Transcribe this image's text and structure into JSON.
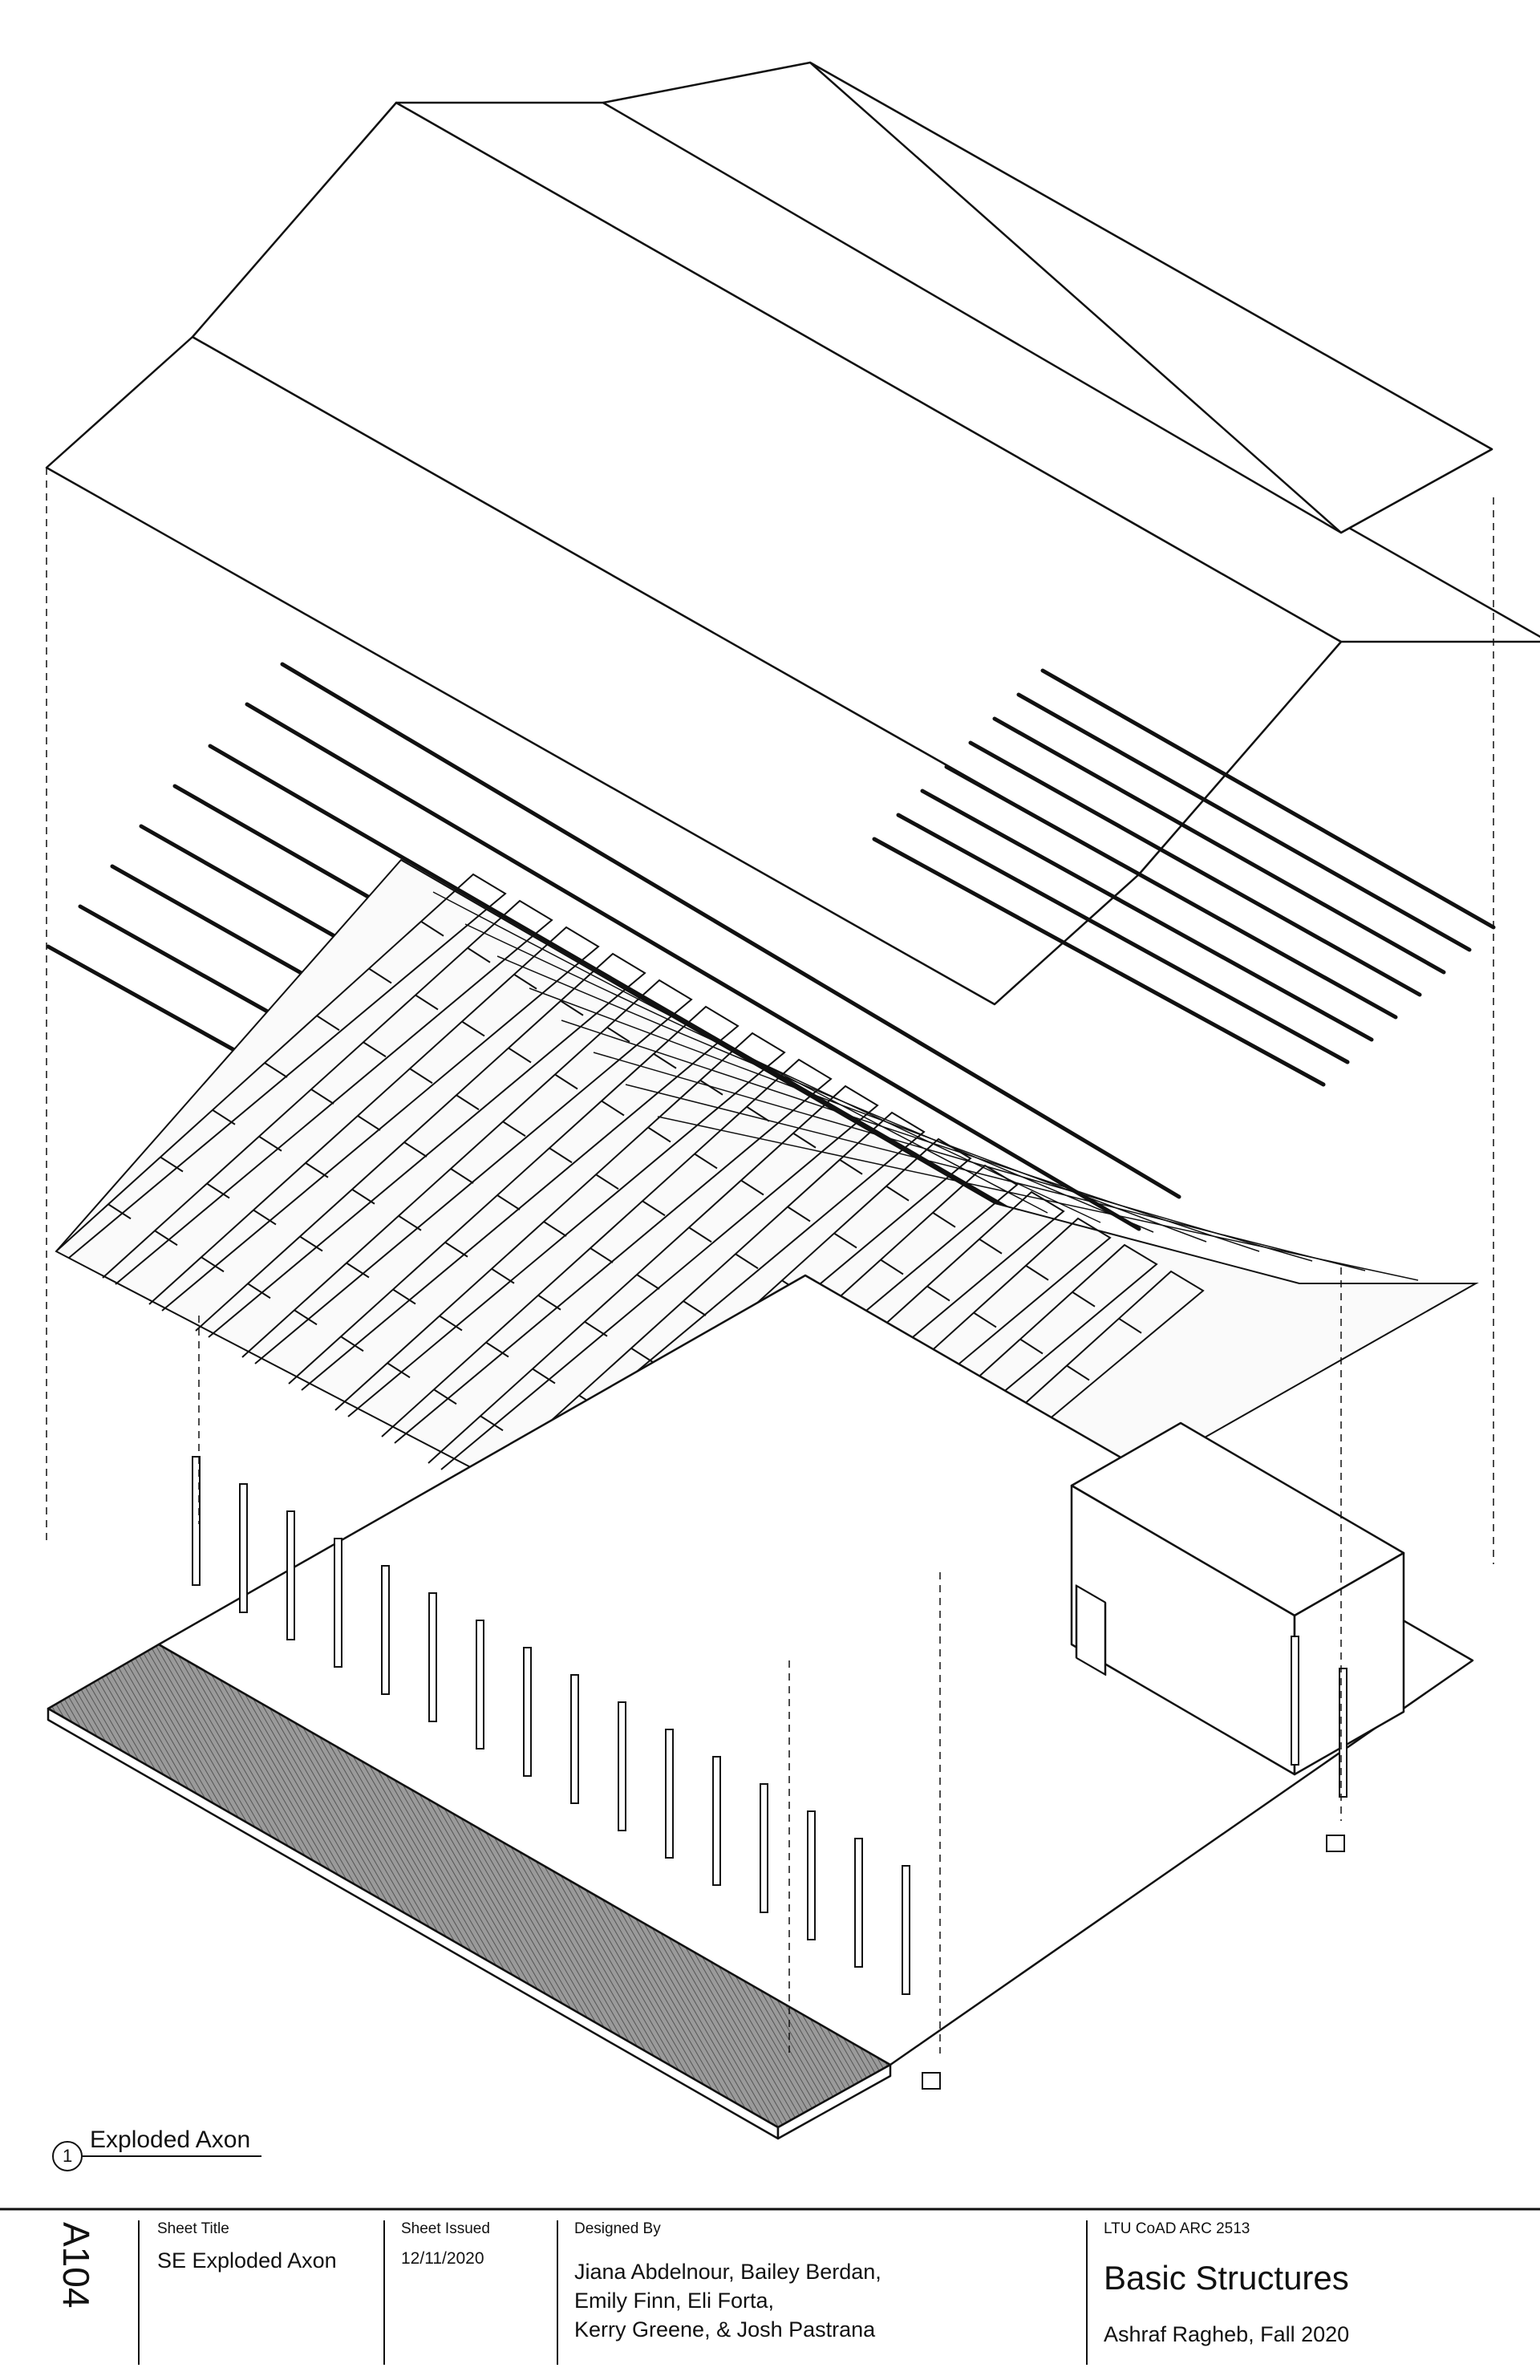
{
  "view": {
    "number": "1",
    "title": "Exploded Axon"
  },
  "title_block": {
    "sheet_number": "A104",
    "sheet_title_label": "Sheet Title",
    "sheet_title": "SE Exploded Axon",
    "sheet_issued_label": "Sheet Issued",
    "sheet_issued": "12/11/2020",
    "designed_by_label": "Designed By",
    "designers": [
      "Jiana Abdelnour, Bailey Berdan,",
      "Emily Finn, Eli Forta,",
      "Kerry Greene, & Josh Pastrana"
    ],
    "course": "LTU CoAD ARC 2513",
    "project": "Basic Structures",
    "instructor": "Ashraf Ragheb, Fall 2020"
  }
}
